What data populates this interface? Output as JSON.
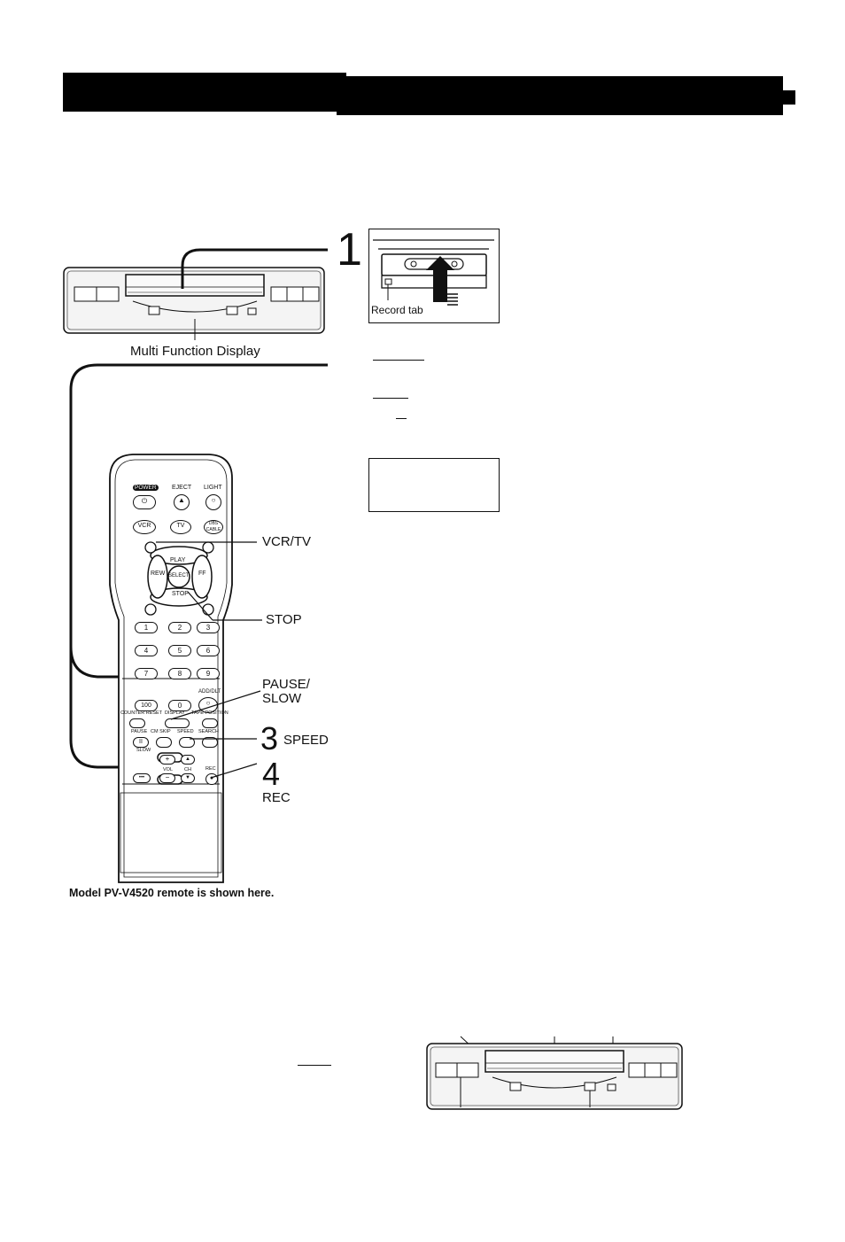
{
  "step1": {
    "number": "1",
    "tape_label": "Record tab"
  },
  "vcr_top": {
    "display_label": "Multi Function Display"
  },
  "remote": {
    "caption": "Model PV-V4520 remote is shown here.",
    "keys": {
      "power": "POWER",
      "eject": "EJECT",
      "light": "LIGHT",
      "vcr": "VCR",
      "tv": "TV",
      "dbs": "DBS CABLE",
      "play": "PLAY",
      "rew": "REW",
      "ff": "FF",
      "select": "SELECT",
      "stop": "STOP",
      "n1": "1",
      "n2": "2",
      "n3": "3",
      "n4": "4",
      "n5": "5",
      "n6": "6",
      "n7": "7",
      "n8": "8",
      "n9": "9",
      "n100": "100",
      "n0": "0",
      "add_dlt": "ADD/DLT",
      "counter_reset": "COUNTER RESET",
      "display": "DISPLAY",
      "tape_position": "TAPE POSITION",
      "pause": "PAUSE",
      "cm_skip": "CM SKIP",
      "speed": "SPEED",
      "search": "SEARCH",
      "slow": "SLOW",
      "vol": "VOL",
      "ch": "CH",
      "rec": "REC"
    }
  },
  "callouts": {
    "vcr_tv": "VCR/TV",
    "stop": "STOP",
    "pause_slow_1": "PAUSE/",
    "pause_slow_2": "SLOW",
    "step3_number": "3",
    "step3_label": "SPEED",
    "step4_number": "4",
    "step4_label": "REC"
  }
}
